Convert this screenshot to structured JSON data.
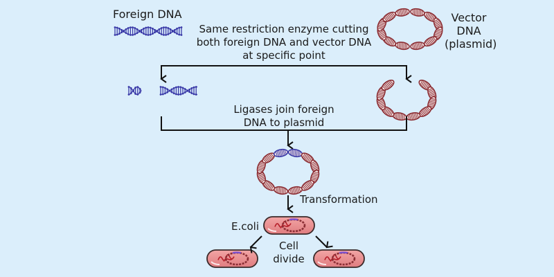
{
  "title": "Recombinant DNA technology (gene cloning) steps",
  "colors": {
    "background": "#dbeefb",
    "foreign_dna": "#3b3ba8",
    "plasmid_dna": "#8c2f35",
    "arrow": "#111111",
    "ecoli_fill": "#e98a8a",
    "ecoli_outline": "#3a2a2a"
  },
  "labels": {
    "foreign_dna": "Foreign DNA",
    "vector_dna_line1": "Vector",
    "vector_dna_line2": "DNA",
    "vector_dna_line3": "(plasmid)",
    "restriction_line1": "Same restriction enzyme cutting",
    "restriction_line2": "both foreign DNA and vector DNA",
    "restriction_line3": "at specific point",
    "ligase_line1": "Ligases join foreign",
    "ligase_line2": "DNA to plasmid",
    "transformation": "Transformation",
    "ecoli": "E.coli",
    "cell_divide_line1": "Cell",
    "cell_divide_line2": "divide"
  },
  "icons": {
    "foreign_dna": "dna-double-helix-icon",
    "vector_plasmid": "plasmid-ring-icon",
    "cut_plasmid": "cut-plasmid-icon",
    "recombinant_plasmid": "recombinant-plasmid-icon",
    "ecoli_cell": "bacterium-cell-icon",
    "arrow": "arrow-down-icon"
  }
}
